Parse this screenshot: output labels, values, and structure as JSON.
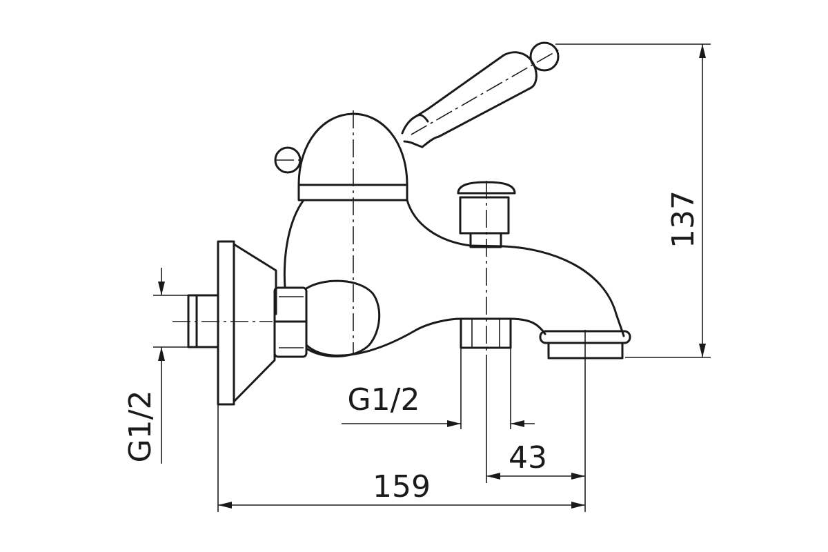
{
  "drawing": {
    "dimensions": {
      "height": "137",
      "total_length": "159",
      "spout_offset": "43",
      "inlet_thread": "G1/2",
      "outlet_thread": "G1/2"
    }
  }
}
